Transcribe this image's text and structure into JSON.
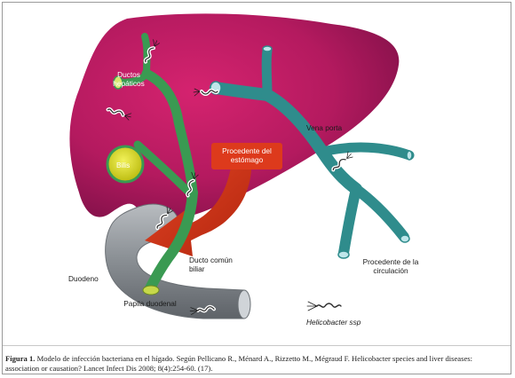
{
  "labels": {
    "ductos": "Ductos hepáticos",
    "bilis": "Bilis",
    "procedente_estomago": "Procedente del estómago",
    "vena_porta": "Vena porta",
    "ducto_comun": "Ducto común biliar",
    "duodeno": "Duodeno",
    "papila": "Papila duodenal",
    "procedente_circulacion": "Procedente de la circulación",
    "legend": "Helicobacter ssp"
  },
  "caption": {
    "label": "Figura 1.",
    "text": " Modelo de infección bacteriana en el hígado. Según Pellicano R., Ménard A., Rizzetto M., Mégraud F. Helicobacter species and liver diseases: association or causation? Lancet Infect Dis 2008; 8(4):254-60. (17)."
  },
  "colors": {
    "liver": "#a01556",
    "bile_duct": "#3a9a52",
    "portal_vein": "#2f8c8c",
    "duodenum": "#8f949a",
    "arrow": "#d63518",
    "gallbladder": "#d8d81e",
    "label_box": "#dd3a1c"
  },
  "icons": {
    "bacteria": "helicobacter-icon"
  }
}
